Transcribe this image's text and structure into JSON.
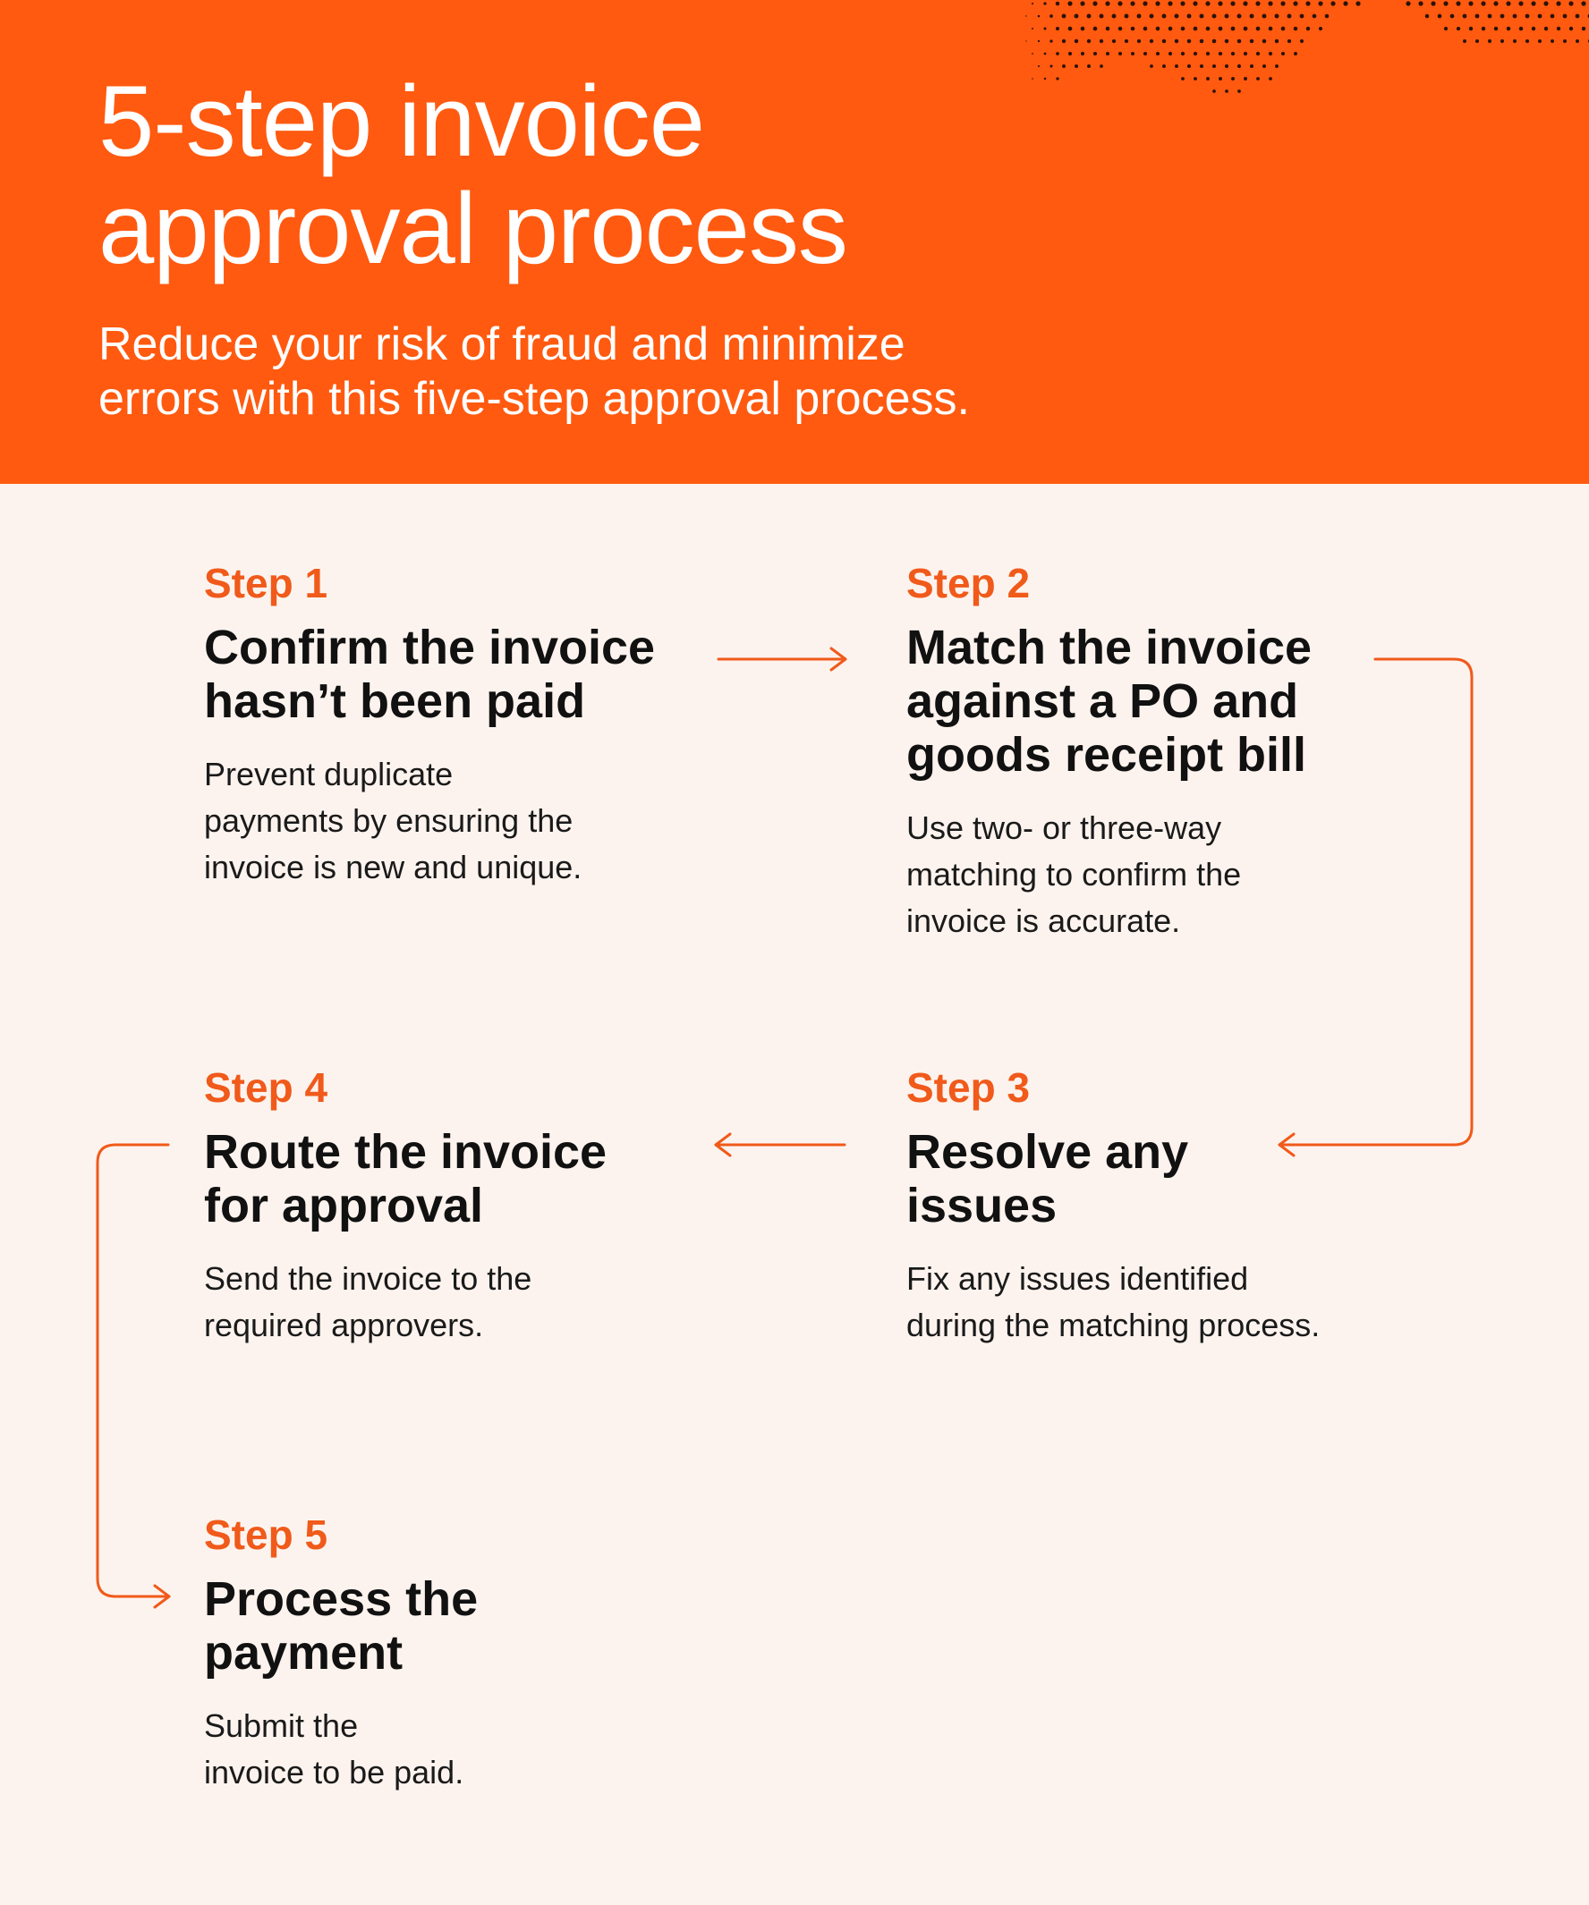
{
  "header": {
    "title_line1": "5-step invoice",
    "title_line2": "approval process",
    "subtitle_line1": "Reduce your risk of fraud and minimize",
    "subtitle_line2": "errors with this five-step approval process."
  },
  "colors": {
    "accent": "#ff5a10",
    "step_label": "#f05a1a",
    "background": "#fdf3ee",
    "text": "#111111"
  },
  "steps": [
    {
      "label": "Step 1",
      "title_lines": [
        "Confirm the invoice",
        "hasn’t been paid"
      ],
      "desc_lines": [
        "Prevent duplicate",
        "payments by ensuring the",
        "invoice is new and unique."
      ]
    },
    {
      "label": "Step 2",
      "title_lines": [
        "Match the invoice",
        "against a PO and",
        "goods receipt bill"
      ],
      "desc_lines": [
        "Use two- or three-way",
        "matching to confirm the",
        "invoice is accurate."
      ]
    },
    {
      "label": "Step 3",
      "title_lines": [
        "Resolve any",
        "issues"
      ],
      "desc_lines": [
        "Fix any issues identified",
        "during the matching process."
      ]
    },
    {
      "label": "Step 4",
      "title_lines": [
        "Route the invoice",
        "for approval"
      ],
      "desc_lines": [
        "Send the invoice to the",
        "required approvers."
      ]
    },
    {
      "label": "Step 5",
      "title_lines": [
        "Process the",
        "payment"
      ],
      "desc_lines": [
        "Submit the",
        "invoice to be paid."
      ]
    }
  ]
}
